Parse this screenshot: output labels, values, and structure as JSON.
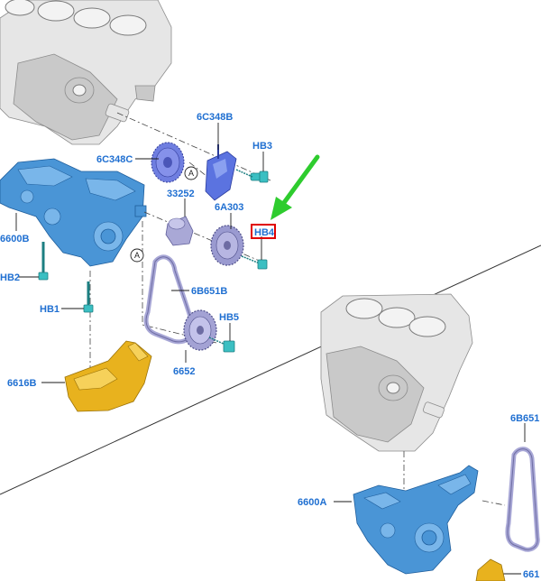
{
  "labels": {
    "l6C348B": "6C348B",
    "l6C348C": "6C348C",
    "lHB3": "HB3",
    "l33252": "33252",
    "l6A303": "6A303",
    "lHB4": "HB4",
    "l6600B": "6600B",
    "lHB2": "HB2",
    "lHB1": "HB1",
    "l6B651B": "6B651B",
    "lHB5": "HB5",
    "l6652": "6652",
    "l6616B": "6616B",
    "l6B651": "6B651",
    "l6600A": "6600A",
    "l661": "661"
  },
  "callouts": {
    "a1": "A",
    "a2": "A"
  },
  "highlight_color": "#e00000",
  "arrow_color": "#2ecc2e"
}
